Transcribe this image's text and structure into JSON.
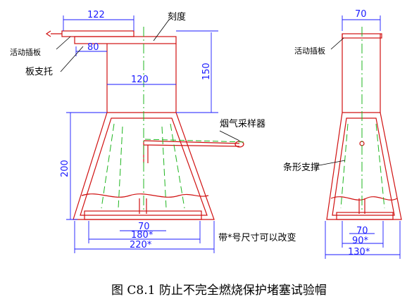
{
  "caption": "图 C8.1  防止不完全燃烧保护堵塞试验帽",
  "labels": {
    "scale_mark": "刻度",
    "movable_plate_left": "活动插板",
    "plate_bracket": "板支托",
    "smoke_sampler": "烟气采样器",
    "movable_plate_right": "活动插板",
    "strip_support": "条形支撑",
    "variable_note": "带*号尺寸可以改变"
  },
  "dimensions": {
    "top_plate_width": "122",
    "bracket_width": "80",
    "chimney_width": "120",
    "chimney_height": "150",
    "base_height": "200",
    "inner_bottom": "70",
    "bottom_width": "180*",
    "bottom_outer_width": "220*",
    "side_top_width": "70",
    "side_inner_bottom": "70",
    "side_bottom_width": "90*",
    "side_bottom_outer_width": "130*"
  },
  "colors": {
    "outline": "#d01010",
    "dimension": "#1a1aff",
    "centerline": "#1fb51f",
    "text": "#000000"
  }
}
